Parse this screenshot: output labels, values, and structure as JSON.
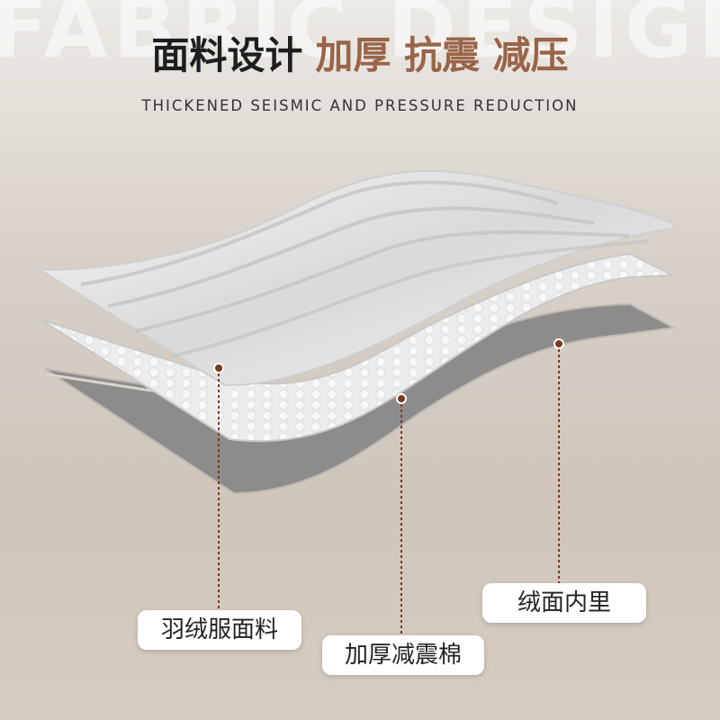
{
  "background_word": "FABRIC DESIGN",
  "title": {
    "main": "面料设计",
    "accent": "加厚 抗震 减压"
  },
  "subtitle": "THICKENED SEISMIC AND PRESSURE REDUCTION",
  "labels": {
    "outer_fabric": "羽绒服面料",
    "padding": "加厚减震棉",
    "lining": "绒面内里"
  },
  "colors": {
    "accent": "#9a6448",
    "dot": "#7a3a1f",
    "lining": "#8e8b8b"
  }
}
